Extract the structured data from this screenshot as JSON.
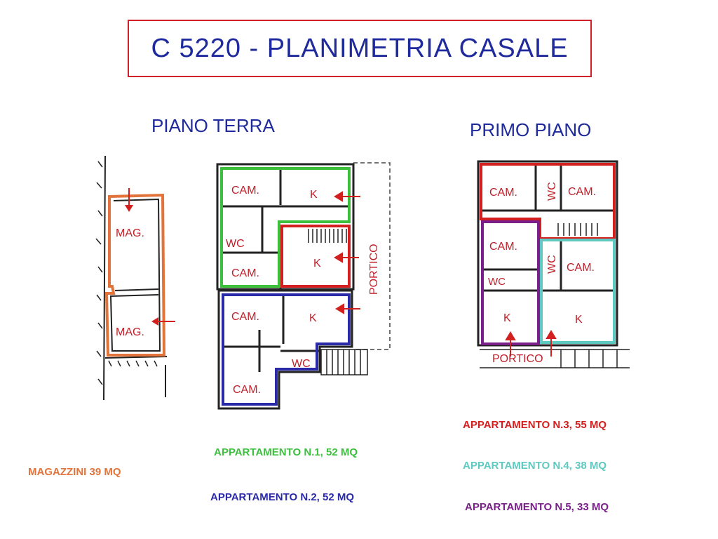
{
  "title": "C 5220 - PLANIMETRIA CASALE",
  "floors": {
    "ground": "PIANO TERRA",
    "first": "PRIMO PIANO"
  },
  "rooms": {
    "mag": "MAG.",
    "cam": "CAM.",
    "k": "K",
    "wc": "WC",
    "portico": "PORTICO"
  },
  "legend": {
    "magazzini": {
      "text": "MAGAZZINI 39 MQ",
      "color": "#e2733a"
    },
    "apt1": {
      "text": "APPARTAMENTO N.1, 52 MQ",
      "color": "#3cbf3c"
    },
    "apt2": {
      "text": "APPARTAMENTO N.2, 52 MQ",
      "color": "#2a2aa8"
    },
    "apt3": {
      "text": "APPARTAMENTO N.3, 55 MQ",
      "color": "#d41f1f"
    },
    "apt4": {
      "text": "APPARTAMENTO N.4, 38 MQ",
      "color": "#5ec9c0"
    },
    "apt5": {
      "text": "APPARTAMENTO N.5, 33 MQ",
      "color": "#7a1f8a"
    }
  }
}
